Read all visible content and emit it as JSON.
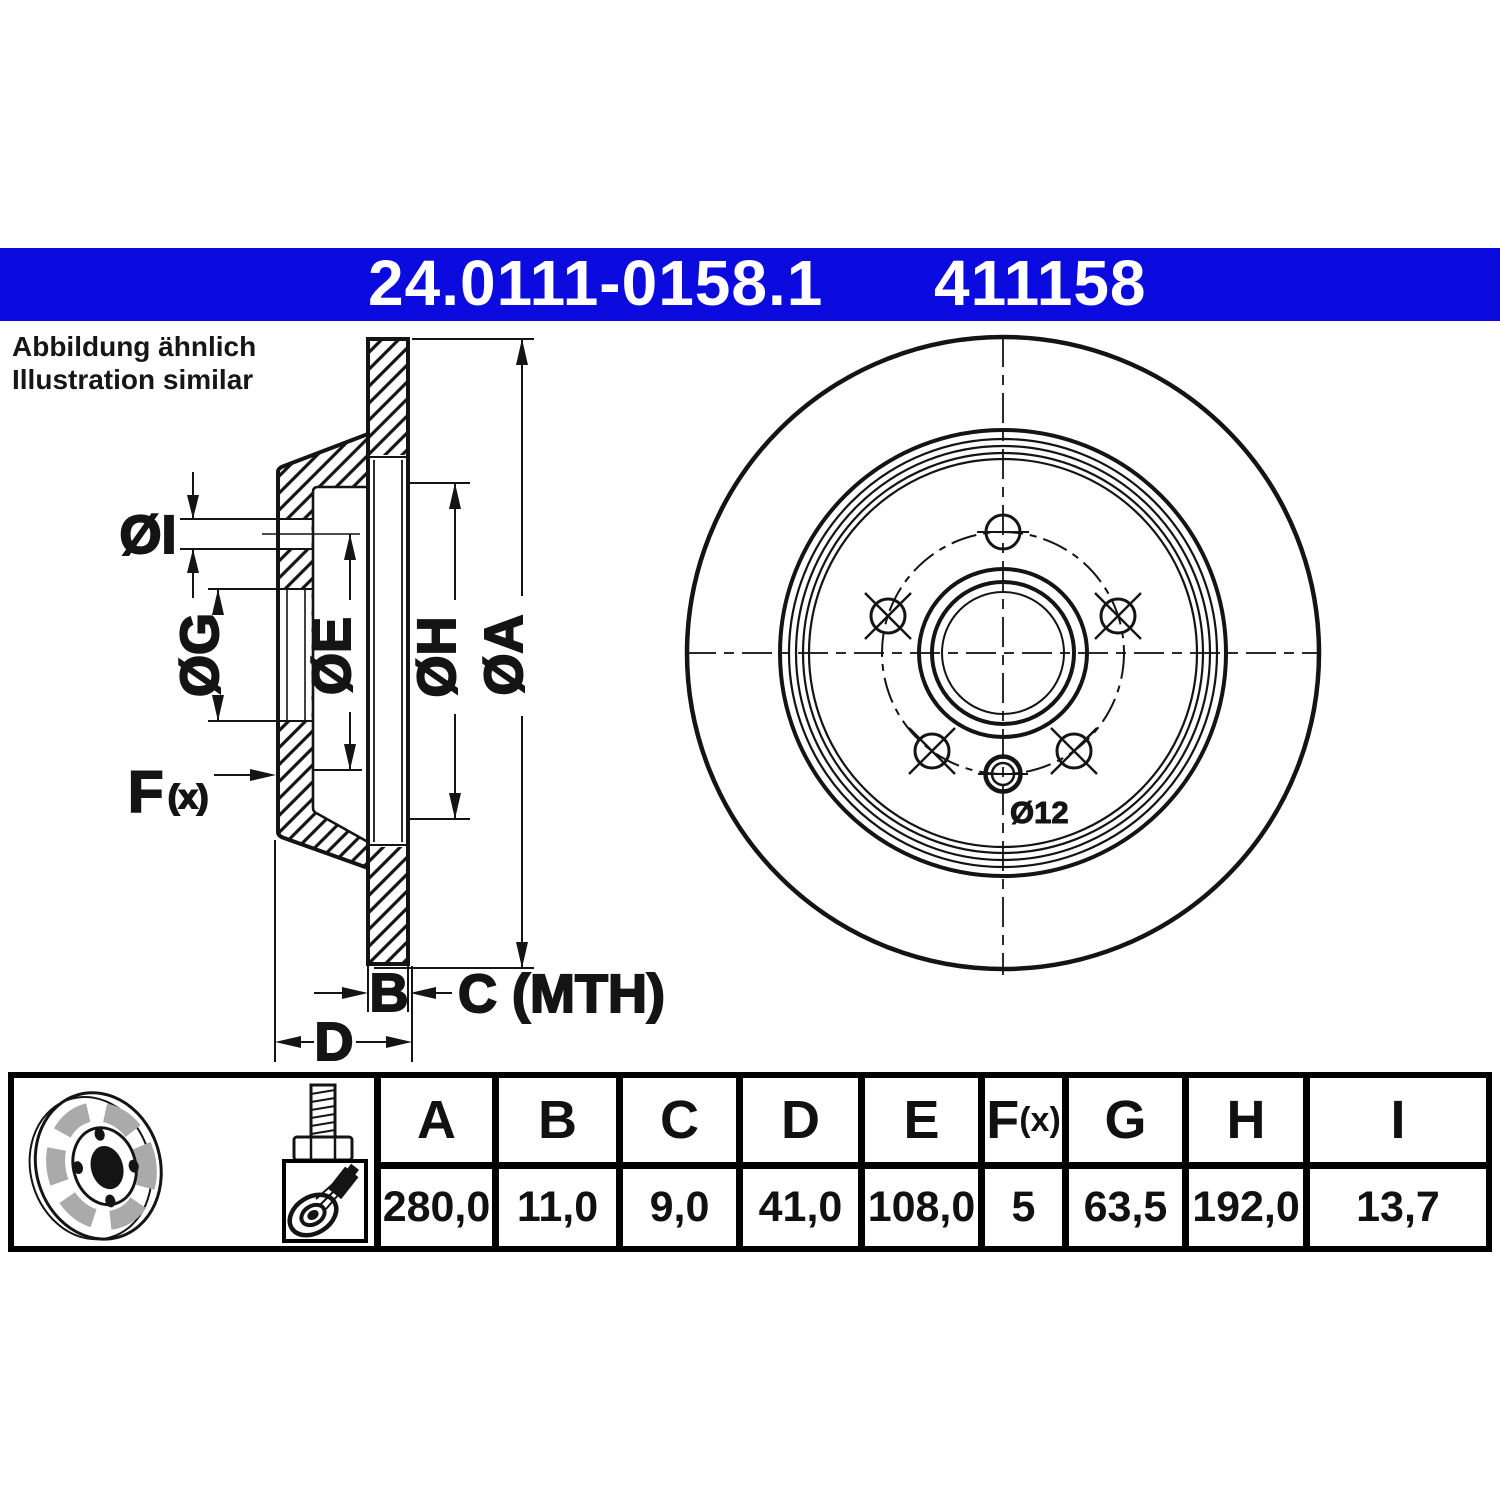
{
  "header": {
    "part_number": "24.0111-0158.1",
    "catalog_number": "411158",
    "bar_color": "#0b0be0"
  },
  "note": {
    "line1": "Abbildung ähnlich",
    "line2": "Illustration similar"
  },
  "drawing": {
    "dim_labels": {
      "i": "ØI",
      "g": "ØG",
      "e": "ØE",
      "h": "ØH",
      "a": "ØA",
      "f": "F",
      "f_suffix": "(x)",
      "b": "B",
      "c": "C (MTH)",
      "d": "D",
      "hub_hole": "Ø12"
    }
  },
  "table": {
    "headers": [
      "A",
      "B",
      "C",
      "D",
      "E",
      "F",
      "G",
      "H",
      "I"
    ],
    "f_suffix": "(x)",
    "values": [
      "280,0",
      "11,0",
      "9,0",
      "41,0",
      "108,0",
      "5",
      "63,5",
      "192,0",
      "13,7"
    ]
  }
}
